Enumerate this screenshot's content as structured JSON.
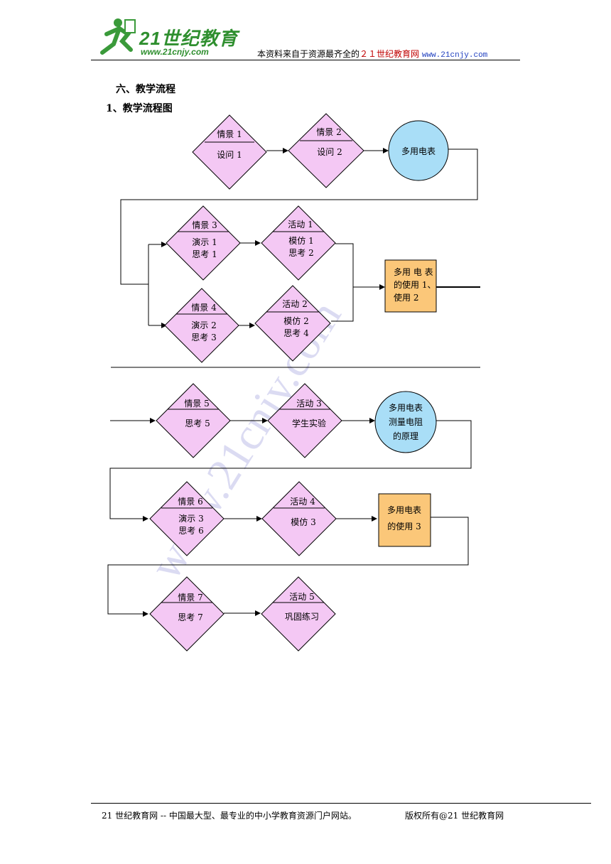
{
  "header": {
    "logo_text": "21世纪教育",
    "logo_url": "www.21cnjy.com",
    "note_prefix": "本资料来自于资源最齐全的",
    "note_site": "２１世纪教育网",
    "note_url": "www.21cnjy.com"
  },
  "section_title": "六、教学流程",
  "subsection_title": "1、教学流程图",
  "flow": {
    "d1": [
      "情景 1",
      "设问 1"
    ],
    "d2": [
      "情景 2",
      "设问 2"
    ],
    "c1": [
      "多用电表"
    ],
    "d3": [
      "情景 3",
      "演示 1",
      "思考 1"
    ],
    "d4": [
      "活动 1",
      "模仿 1",
      "思考 2"
    ],
    "d5": [
      "情景 4",
      "演示 2",
      "思考 3"
    ],
    "d6": [
      "活动 2",
      "模仿 2",
      "思考 4"
    ],
    "r1": [
      "多用 电 表",
      "的使用 1、",
      "使用 2"
    ],
    "d7": [
      "情景 5",
      "思考 5"
    ],
    "d8": [
      "活动 3",
      "学生实验"
    ],
    "c2": [
      "多用电表",
      "测量电阻",
      "的原理"
    ],
    "d9": [
      "情景 6",
      "演示 3",
      "思考 6"
    ],
    "d10": [
      "活动 4",
      "模仿 3"
    ],
    "r2": [
      "多用电表",
      "的使用 3"
    ],
    "d11": [
      "情景 7",
      "思考 7"
    ],
    "d12": [
      "活动 5",
      "巩固练习"
    ]
  },
  "watermark": "www.21cnjy.com",
  "footer": {
    "left": "21 世纪教育网 -- 中国最大型、最专业的中小学教育资源门户网站。",
    "right": "版权所有@21 世纪教育网"
  },
  "colors": {
    "diamond_fill": "#f4c8f4",
    "circle_fill": "#a9def7",
    "rect_fill": "#fbc779"
  }
}
